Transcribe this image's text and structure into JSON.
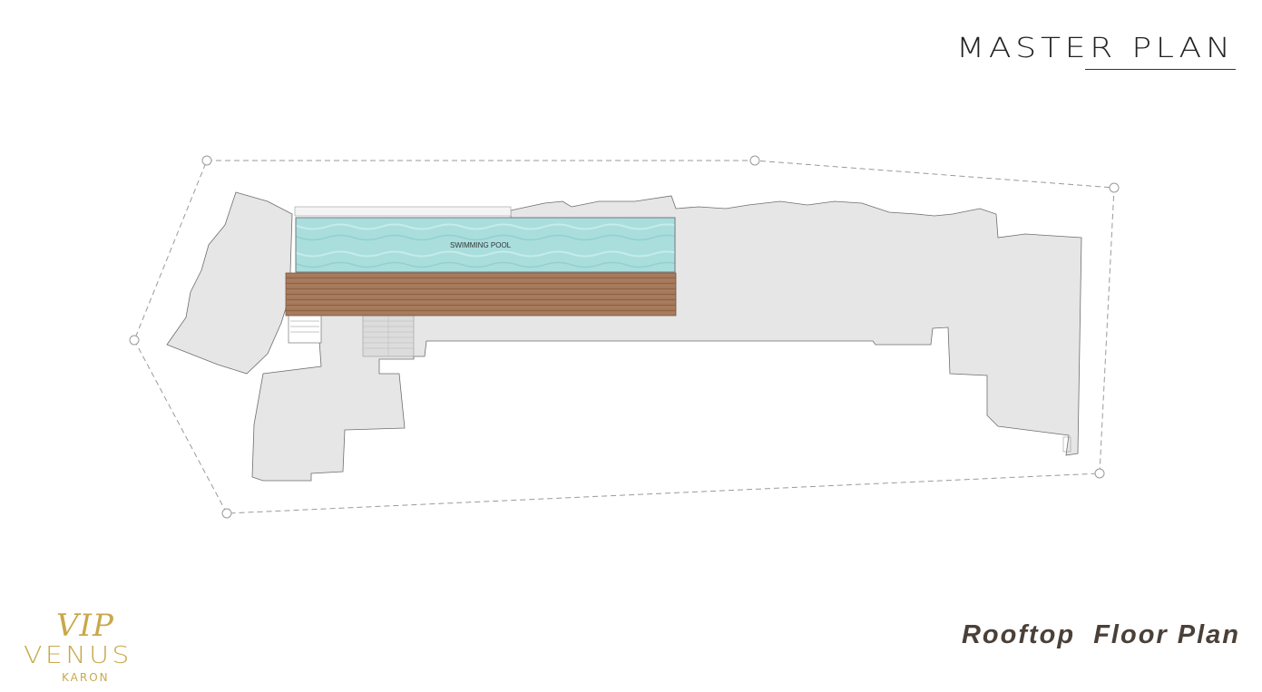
{
  "header": {
    "title": "MASTER PLAN"
  },
  "plan": {
    "pool_label": "SWIMMING POOL"
  },
  "footer": {
    "title": "Rooftop  Floor Plan"
  },
  "logo": {
    "line1": "VIP",
    "line2": "VENUS",
    "line3": "KARON"
  },
  "colors": {
    "building": "#e6e6e6",
    "pool": "#a9dedd",
    "deck": "#a5785a",
    "logo_gold": "#c9a84c",
    "footer_text": "#4a4038"
  }
}
